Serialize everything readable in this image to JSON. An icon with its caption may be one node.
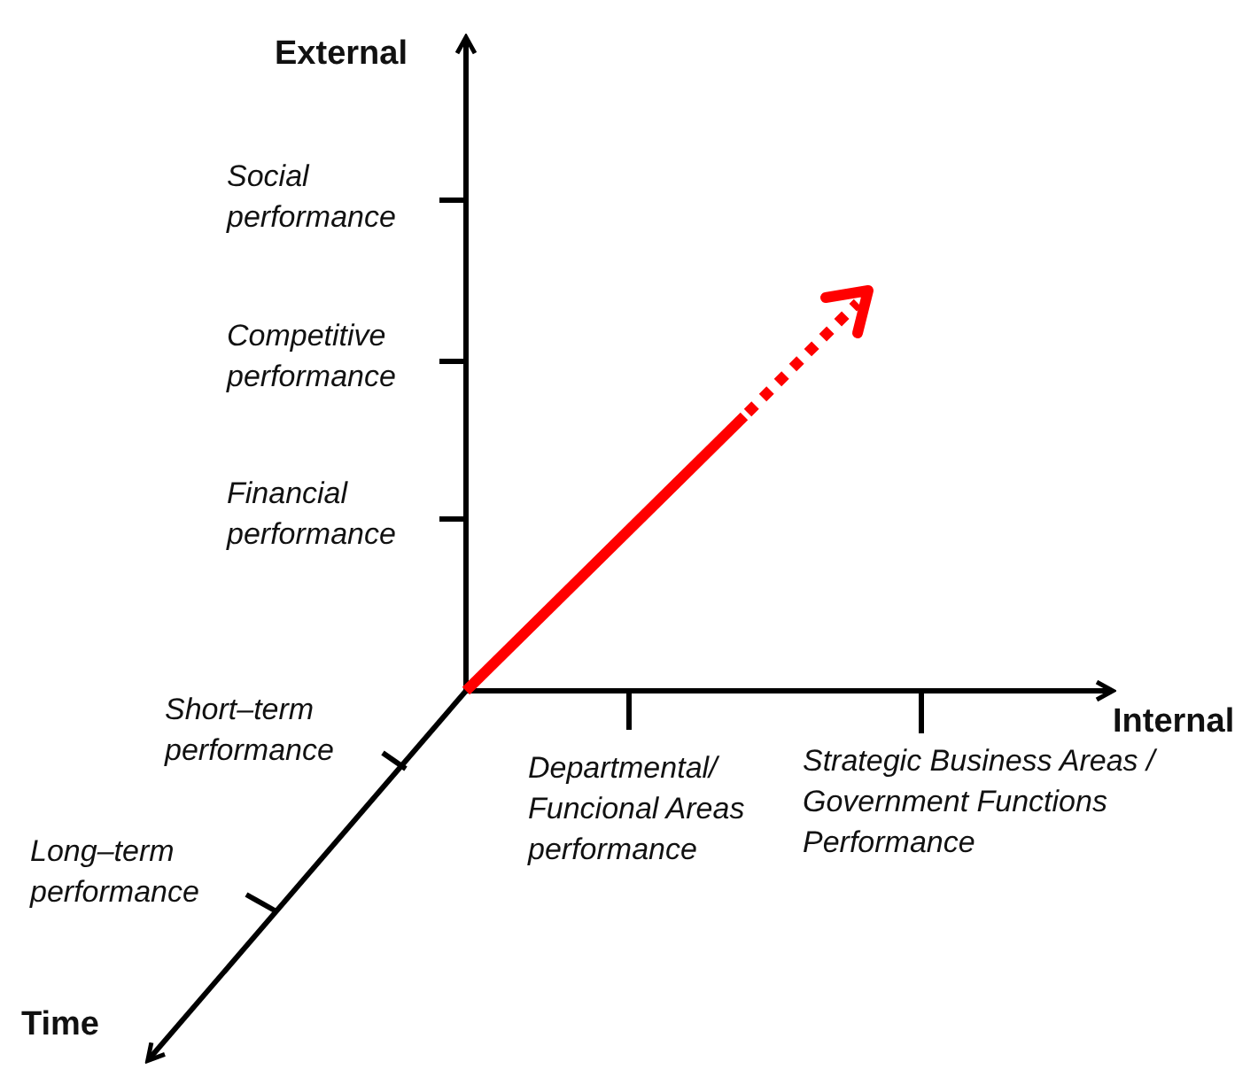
{
  "diagram": {
    "labels": [
      "External",
      "Social performance",
      "Competitive performance",
      "Financial performance",
      "Short–term performance",
      "Internal",
      "Departmental/ Funcional Areas performance",
      "Strategic Business Areas / Government Functions Performance",
      "Long–term performance",
      "Time"
    ]
  }
}
